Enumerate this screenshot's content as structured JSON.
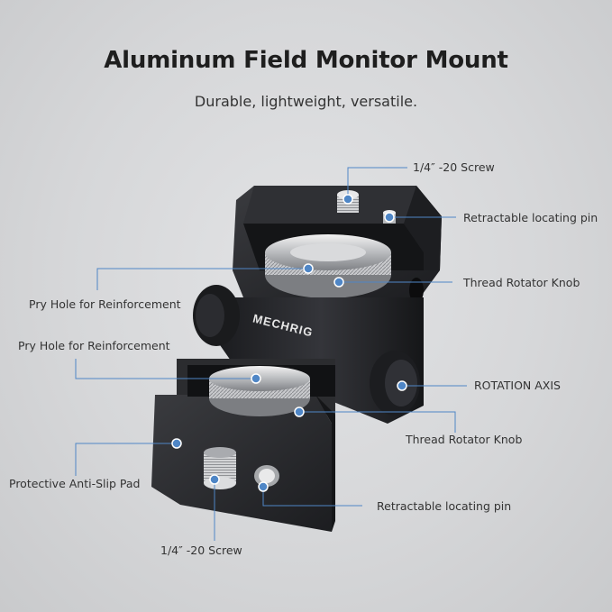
{
  "header": {
    "title": "Aluminum Field Monitor Mount",
    "subtitle": "Durable, lightweight, versatile."
  },
  "product": {
    "brand_mark": "MECHRIG"
  },
  "callouts": {
    "top_screw": "1/4″ -20 Screw",
    "top_locating_pin": "Retractable locating pin",
    "upper_knob": "Thread Rotator Knob",
    "upper_pry_hole": "Pry Hole for Reinforcement",
    "lower_pry_hole": "Pry Hole for Reinforcement",
    "rotation_axis": "ROTATION AXIS",
    "lower_knob": "Thread Rotator Knob",
    "anti_slip_pad": "Protective Anti-Slip Pad",
    "bottom_locating_pin": "Retractable locating pin",
    "bottom_screw": "1/4″ -20 Screw"
  },
  "colors": {
    "callout_line": "#4f86c6",
    "marker_dot": "#4f86c6",
    "body_metal": "#2a2b2e"
  }
}
